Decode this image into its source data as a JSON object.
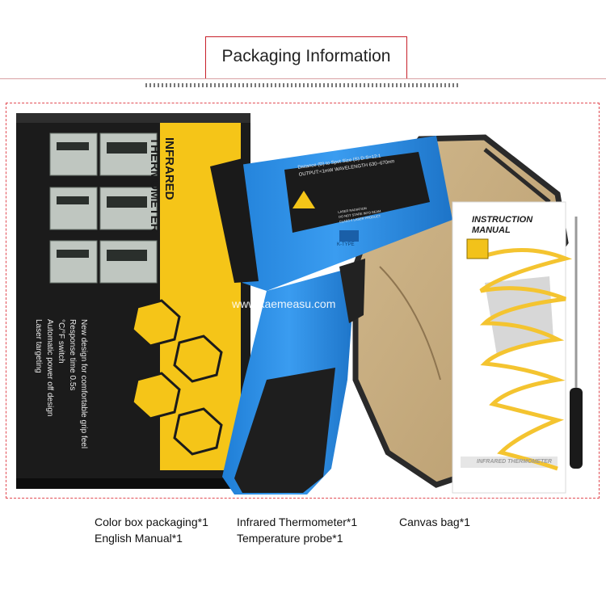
{
  "header": {
    "title": "Packaging Information"
  },
  "box": {
    "title_line1": "INFRARED",
    "title_line2": "THERMOMETER",
    "features": [
      "New design for comfortable grip feel",
      "Response time 0.5s",
      "°C/°F switch",
      "Automatic power off design",
      "Laser targeting"
    ]
  },
  "device": {
    "label_line1": "Distance (D) to Spot Size (S)    D:S=12:1",
    "label_line2": "OUTPUT:<1mW  WAVELENGTH 630~670nm",
    "warning_line1": "LASER RADIATION",
    "warning_line2": "DO NOT STARE INTO BEAM",
    "warning_line3": "CLASS II LASER PRODUCT",
    "port_label": "K-TYPE"
  },
  "manual": {
    "title_line1": "INSTRUCTION",
    "title_line2": "MANUAL",
    "footer": "INFRARED THERMOMETER"
  },
  "watermark": "www.kaemeasu.com",
  "captions": {
    "row1": [
      "Color box packaging*1",
      "Infrared Thermometer*1",
      "Canvas bag*1"
    ],
    "row2": [
      "English Manual*1",
      "Temperature probe*1"
    ]
  },
  "colors": {
    "accent_red": "#c8202a",
    "device_blue": "#2b8be0",
    "box_yellow": "#f5c518",
    "bag_khaki": "#c7ad82"
  }
}
